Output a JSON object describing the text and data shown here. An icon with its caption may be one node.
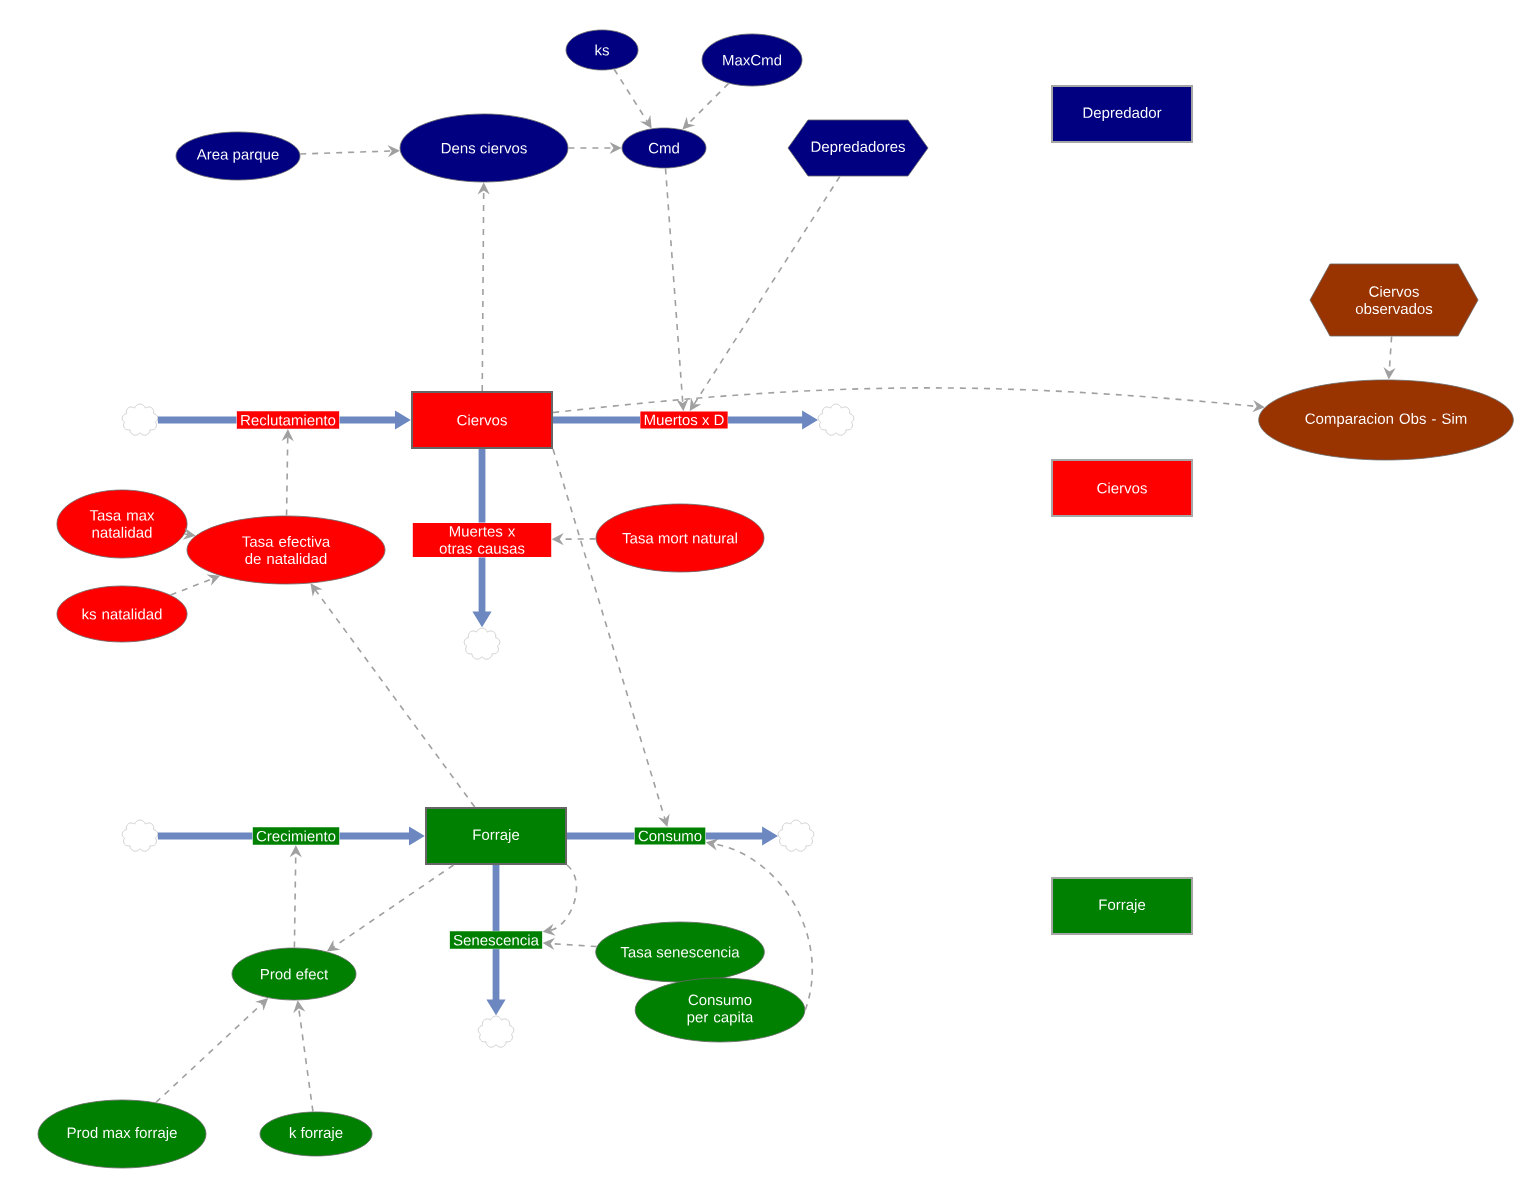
{
  "diagram": {
    "nodes": [
      {
        "text": [
          "ks"
        ]
      },
      {
        "text": [
          "MaxCmd"
        ]
      },
      {
        "text": [
          "Area parque"
        ]
      },
      {
        "text": [
          "Dens ciervos"
        ]
      },
      {
        "text": [
          "Cmd"
        ]
      },
      {
        "text": [
          "Depredadores"
        ]
      },
      {
        "text": [
          "Ciervos observados"
        ]
      },
      {
        "text": [],
        "shape": "cloud"
      },
      {
        "text": [
          "Reclutamiento"
        ]
      },
      {
        "text": [
          "Ciervos"
        ]
      },
      {
        "text": [
          "Muertos x D"
        ]
      },
      {
        "text": [],
        "shape": "cloud"
      },
      {
        "text": [
          "Comparacion Obs - Sim"
        ]
      },
      {
        "text": [
          "Tasa max natalidad"
        ]
      },
      {
        "text": [
          "Tasa efectiva de natalidad"
        ]
      },
      {
        "text": [
          "Muertes x otras causas"
        ]
      },
      {
        "text": [
          "Tasa mort natural"
        ]
      },
      {
        "text": [
          "ks natalidad"
        ]
      },
      {
        "text": [],
        "shape": "cloud"
      },
      {
        "text": [],
        "shape": "cloud"
      },
      {
        "text": [
          "Crecimiento"
        ]
      },
      {
        "text": [
          "Forraje"
        ]
      },
      {
        "text": [
          "Consumo"
        ]
      },
      {
        "text": [],
        "shape": "cloud"
      },
      {
        "text": [
          "Senescencia"
        ]
      },
      {
        "text": [
          "Tasa senescencia"
        ]
      },
      {
        "text": [
          "Prod efect"
        ]
      },
      {
        "text": [
          "Consumo per capita"
        ]
      },
      {
        "text": [],
        "shape": "cloud"
      },
      {
        "text": [
          "Prod max forraje"
        ]
      },
      {
        "text": [
          "k forraje"
        ]
      }
    ],
    "edges": [
      {
        "from": 0,
        "to": 4,
        "arrow": "to",
        "style": "dashed"
      },
      {
        "from": 1,
        "to": 4,
        "arrow": "to",
        "style": "dashed"
      },
      {
        "from": 2,
        "to": 3,
        "arrow": "to",
        "style": "dashed"
      },
      {
        "from": 3,
        "to": 4,
        "arrow": "to",
        "style": "dashed"
      },
      {
        "from": 9,
        "to": 3,
        "arrow": "to",
        "style": "dashed"
      },
      {
        "from": 4,
        "to": 10,
        "arrow": "to",
        "style": "dashed"
      },
      {
        "from": 5,
        "to": 10,
        "arrow": "to",
        "style": "dashed"
      },
      {
        "from": 9,
        "to": 12,
        "arrow": "to",
        "style": "dashed"
      },
      {
        "from": 6,
        "to": 12,
        "arrow": "to",
        "style": "dashed"
      },
      {
        "from": 13,
        "to": 14,
        "arrow": "to",
        "style": "dashed"
      },
      {
        "from": 17,
        "to": 14,
        "arrow": "to",
        "style": "dashed"
      },
      {
        "from": 14,
        "to": 8,
        "arrow": "to",
        "style": "dashed"
      },
      {
        "from": 16,
        "to": 15,
        "arrow": "to",
        "style": "dashed"
      },
      {
        "from": 21,
        "to": 14,
        "arrow": "to",
        "style": "dashed"
      },
      {
        "from": 9,
        "to": 22,
        "arrow": "to",
        "style": "dashed"
      },
      {
        "from": 27,
        "to": 22,
        "arrow": "to",
        "style": "dashed"
      },
      {
        "from": 21,
        "to": 24,
        "arrow": "to",
        "style": "dashed"
      },
      {
        "from": 25,
        "to": 24,
        "arrow": "to",
        "style": "dashed"
      },
      {
        "from": 21,
        "to": 26,
        "arrow": "to",
        "style": "dashed"
      },
      {
        "from": 26,
        "to": 20,
        "arrow": "to",
        "style": "dashed"
      },
      {
        "from": 29,
        "to": 26,
        "arrow": "to",
        "style": "dashed"
      },
      {
        "from": 30,
        "to": 26,
        "arrow": "to",
        "style": "dashed"
      },
      {
        "from": 7,
        "to": 8,
        "arrow": "none",
        "style": "thick",
        "color": "#6d87c0"
      },
      {
        "from": 8,
        "to": 9,
        "arrow": "to",
        "style": "thick",
        "color": "#6d87c0"
      },
      {
        "from": 9,
        "to": 10,
        "arrow": "none",
        "style": "thick",
        "color": "#6d87c0"
      },
      {
        "from": 10,
        "to": 11,
        "arrow": "to",
        "style": "thick",
        "color": "#6d87c0"
      },
      {
        "from": 9,
        "to": 15,
        "arrow": "none",
        "style": "thick",
        "color": "#6d87c0"
      },
      {
        "from": 15,
        "to": 18,
        "arrow": "to",
        "style": "thick",
        "color": "#6d87c0"
      },
      {
        "from": 19,
        "to": 20,
        "arrow": "none",
        "style": "thick",
        "color": "#6d87c0"
      },
      {
        "from": 20,
        "to": 21,
        "arrow": "to",
        "style": "thick",
        "color": "#6d87c0"
      },
      {
        "from": 21,
        "to": 22,
        "arrow": "none",
        "style": "thick",
        "color": "#6d87c0"
      },
      {
        "from": 22,
        "to": 23,
        "arrow": "to",
        "style": "thick",
        "color": "#6d87c0"
      },
      {
        "from": 21,
        "to": 24,
        "arrow": "none",
        "style": "thick",
        "color": "#6d87c0"
      },
      {
        "from": 24,
        "to": 28,
        "arrow": "to",
        "style": "thick",
        "color": "#6d87c0"
      }
    ],
    "legend": [
      {
        "text": "Depredador",
        "color": "#000080"
      },
      {
        "text": "Ciervos",
        "color": "#ff0000"
      },
      {
        "text": "Forraje",
        "color": "#008000"
      }
    ]
  }
}
